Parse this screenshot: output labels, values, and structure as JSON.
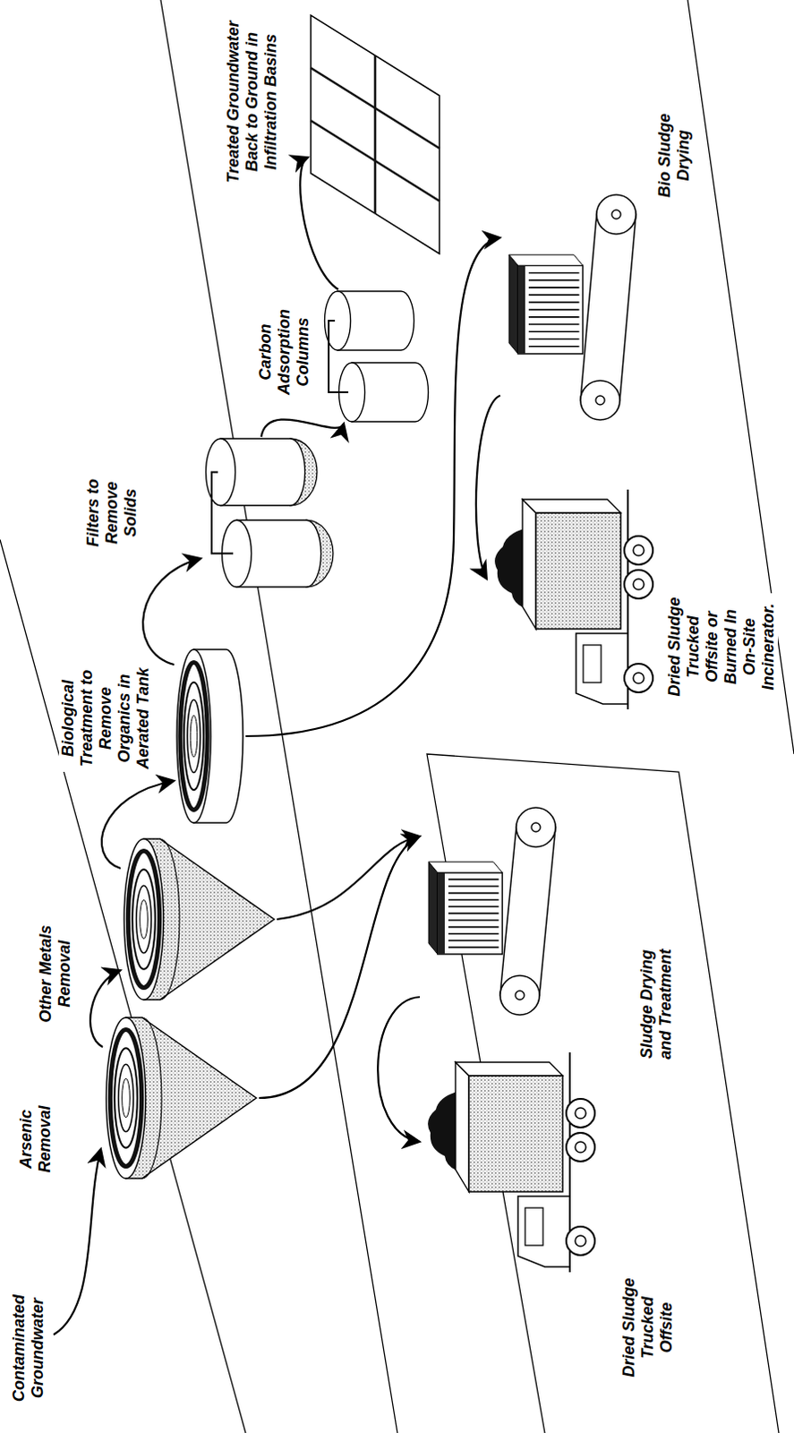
{
  "diagram": {
    "nodes": [
      {
        "text": [
          "Arsenic Removal"
        ]
      },
      {
        "text": [
          "Other Metals Removal"
        ]
      },
      {
        "text": [
          "Biological Treatment to Remove Organics in Aerated Tank"
        ]
      },
      {
        "text": [
          "Filters to Remove Solids"
        ]
      },
      {
        "text": [
          "Carbon Adsorption Columns"
        ]
      },
      {
        "text": [
          "Treated Groundwater Back to Ground in Infiltration Basins"
        ]
      },
      {
        "text": [
          "Sludge Drying and Treatment"
        ]
      },
      {
        "text": [
          "Dried Sludge Trucked Offsite"
        ]
      },
      {
        "text": [
          "Bio Sludge Drying"
        ]
      },
      {
        "text": [
          "Dried Sludge Trucked Offsite or Burned In On-Site Incinerator."
        ]
      }
    ],
    "edges": [
      {
        "from": 0,
        "to": 1,
        "arrow": "to"
      },
      {
        "from": 1,
        "to": 2,
        "arrow": "to"
      },
      {
        "from": 2,
        "to": 3,
        "arrow": "to"
      },
      {
        "from": 3,
        "to": 4,
        "arrow": "to"
      },
      {
        "from": 4,
        "to": 5,
        "arrow": "to"
      },
      {
        "from": 0,
        "to": 6,
        "arrow": "to"
      },
      {
        "from": 1,
        "to": 6,
        "arrow": "to"
      },
      {
        "from": 6,
        "to": 7,
        "arrow": "to"
      },
      {
        "from": 2,
        "to": 8,
        "arrow": "to"
      },
      {
        "from": 8,
        "to": 9,
        "arrow": "to"
      }
    ],
    "labels": [
      "Contaminated Groundwater"
    ]
  }
}
